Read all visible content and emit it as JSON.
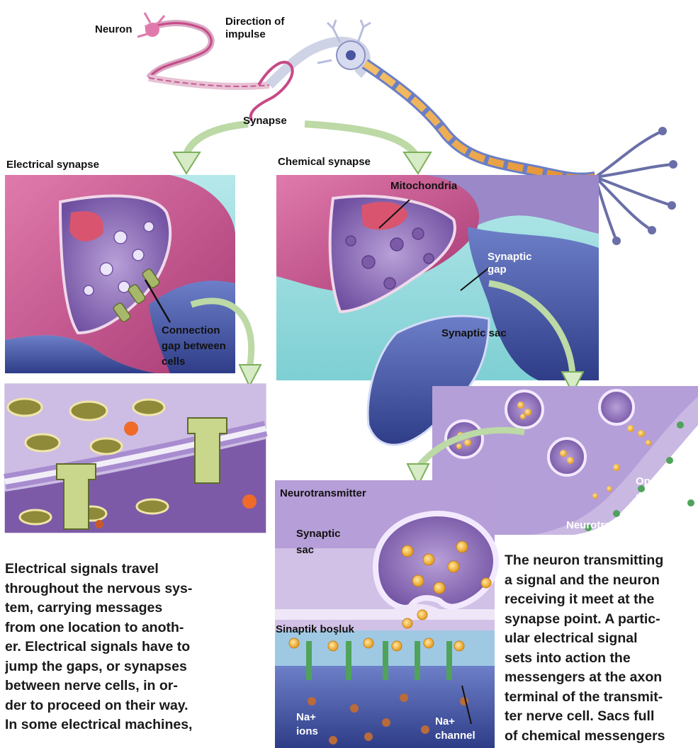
{
  "labels": {
    "neuron": "Neuron",
    "direction": "Direction of\nimpulse",
    "synapse": "Synapse",
    "electrical_synapse": "Electrical synapse",
    "chemical_synapse": "Chemical synapse",
    "mitochondria": "Mitochondria",
    "synaptic_gap": "Synaptic\ngap",
    "synaptic_sac_top": "Synaptic sac",
    "connection_gap": "Connection\ngap between\ncells",
    "neurotransmitter_left": "Neurotransmitter",
    "open_receptor": "Open\nreceptor",
    "neurotransmitter_right": "Neurotransmitter",
    "synaptic_sac_bottom": "Synaptic\nsac",
    "sinaptik_bosluk": "Sinaptik boşluk",
    "na_ions": "Na+\nions",
    "na_channel": "Na+\nchannel"
  },
  "text": {
    "left_paragraph": "Electrical signals travel\nthroughout the nervous sys-\ntem, carrying messages\nfrom one location to anoth-\ner. Electrical signals have to\njump the gaps, or synapses\nbetween nerve cells, in or-\nder to proceed on their way.\nIn some electrical machines,",
    "right_paragraph": "The neuron transmitting\na signal and the neuron\nreceiving it meet at the\nsynapse point. A partic-\nular electrical signal\nsets into action the\nmessengers at the axon\nterminal of the transmit-\nter nerve cell. Sacs full\nof chemical messengers"
  },
  "colors": {
    "membrane_pink": "#c64a86",
    "cell_purple": "#8a6bb5",
    "deep_blue": "#3b4a9a",
    "cyan_bg": "#8fd6d8",
    "channel_green": "#a8b86a",
    "vesicle_orange": "#f2b632",
    "arrow_green": "#9ac27a"
  }
}
